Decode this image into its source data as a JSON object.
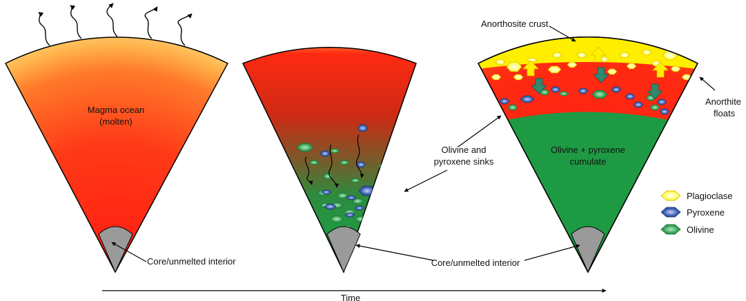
{
  "panel1": {
    "title_line1": "Magma ocean",
    "title_line2": "(molten)",
    "core_label": "Core/unmelted interior"
  },
  "panel2": {
    "sinks_line1": "Olivine and",
    "sinks_line2": "pyroxene sinks"
  },
  "panel3": {
    "crust_label": "Anorthosite crust",
    "floats_line1": "Anorthite",
    "floats_line2": "floats",
    "cumulate_line1": "Olivine + pyroxene",
    "cumulate_line2": "cumulate"
  },
  "shared_core_label": "Core/unmelted interior",
  "legend": {
    "items": [
      {
        "label": "Plagioclase",
        "color": "#ffff33"
      },
      {
        "label": "Pyroxene",
        "color": "#3a5fb5"
      },
      {
        "label": "Olivine",
        "color": "#2f9a4f"
      }
    ]
  },
  "time_label": "Time",
  "colors": {
    "magma": "#ff2a12",
    "magma_outer": "#ffb14a",
    "cumulate": "#1f9a44",
    "core": "#6a6a6a",
    "crust": "#ffee00"
  }
}
